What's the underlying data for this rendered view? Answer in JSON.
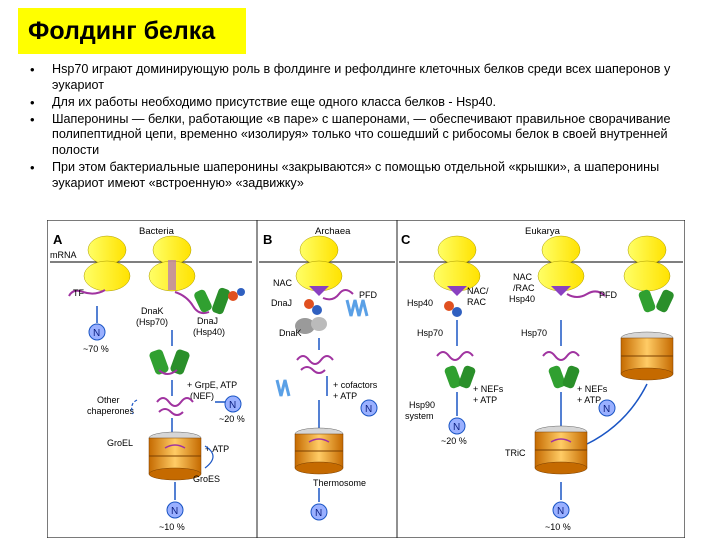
{
  "slide": {
    "title": "Фолдинг белка",
    "bullets": [
      "Hsp70 играют доминирующую роль в фолдинге и рефолдинге клеточных белков среди всех шаперонов у эукариот",
      "Для их работы необходимо присутствие еще одного класса белков - Hsp40.",
      "Шаперонины — белки, работающие «в паре» с шаперонами, — обеспечивают правильное сворачивание полипептидной цепи, временно «изолируя» только что сошедший с рибосомы белок в своей внутренней полости",
      "При этом бактериальные шаперонины «закрываются» с помощью отдельной «крышки», а шаперонины эукариот имеют «встроенную» «задвижку»"
    ]
  },
  "figure": {
    "panelA": {
      "letter": "A",
      "header": "Bacteria",
      "mrna": "mRNA",
      "tf": "TF",
      "dnak_hsp70": [
        "DnaK",
        "(Hsp70)"
      ],
      "dnaj_hsp40": [
        "DnaJ",
        "(Hsp40)"
      ],
      "pct70": "~70 %",
      "grpe": [
        "+ GrpE, ATP",
        "(NEF)"
      ],
      "other": [
        "Other",
        "chaperones"
      ],
      "pct20": "~20 %",
      "groel": "GroEL",
      "atp": "+ ATP",
      "groes": "GroES",
      "pct10": "~10 %"
    },
    "panelB": {
      "letter": "B",
      "header": "Archaea",
      "nac": "NAC",
      "dnaj": "DnaJ",
      "dnak": "DnaK",
      "pfd": "PFD",
      "cof": [
        "+ cofactors",
        "+ ATP"
      ],
      "thermosome": "Thermosome"
    },
    "panelC": {
      "letter": "C",
      "header": "Eukarya",
      "hsp40a": "Hsp40",
      "nacrac1": [
        "NAC/",
        "RAC"
      ],
      "nacrac2": [
        "NAC",
        "/RAC",
        "Hsp40"
      ],
      "pfd": "PFD",
      "hsp70a": "Hsp70",
      "hsp70b": "Hsp70",
      "nefs1": [
        "+ NEFs",
        "+ ATP"
      ],
      "nefs2": [
        "+ NEFs",
        "+ ATP"
      ],
      "hsp90": [
        "Hsp90",
        "system"
      ],
      "pct20": "~20 %",
      "tric": "TRiC",
      "pct10": "~10 %"
    },
    "n_label": "N"
  }
}
